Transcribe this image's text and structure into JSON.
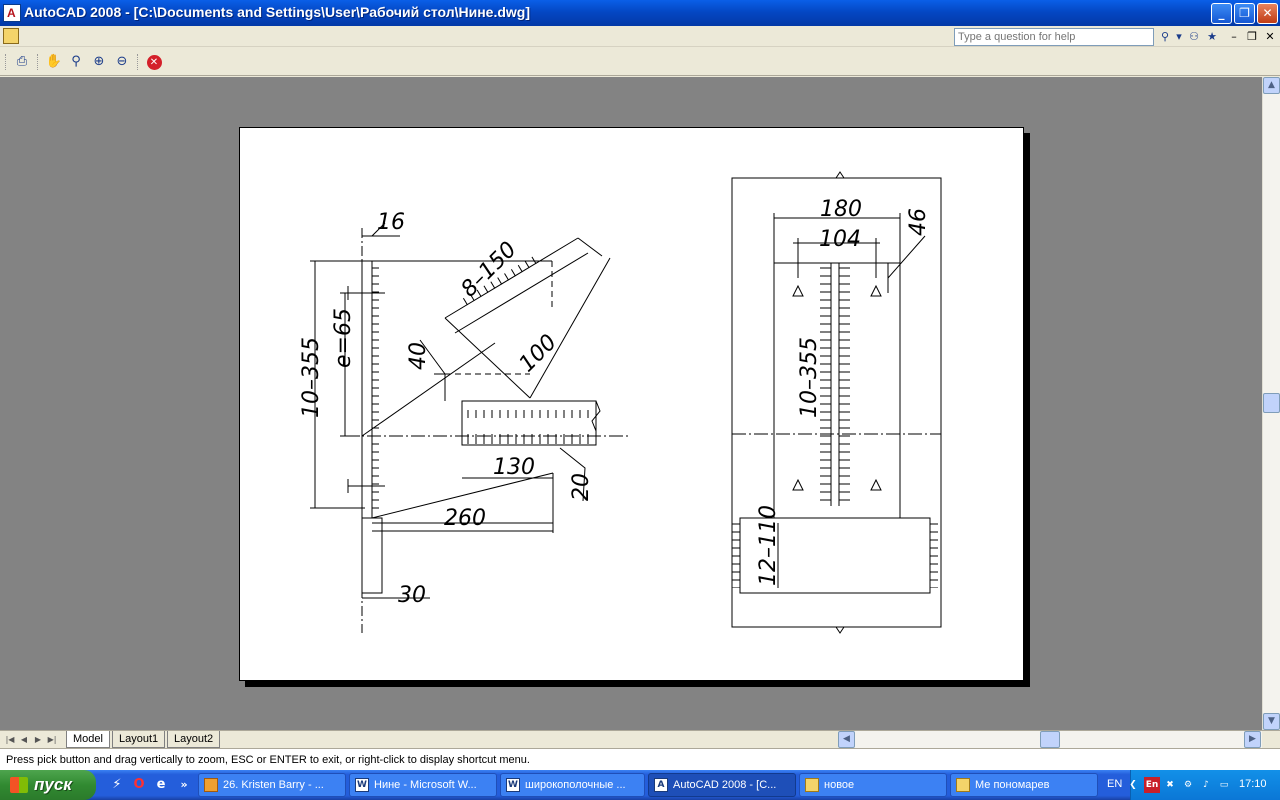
{
  "window": {
    "title": "AutoCAD 2008 - [C:\\Documents and Settings\\User\\Рабочий стол\\Нине.dwg]",
    "btn_minimize": "_",
    "btn_restore": "❐",
    "btn_close": "✕"
  },
  "menubar": {
    "help_placeholder": "Type a question for help",
    "mdi_minimize": "–",
    "mdi_restore": "❐",
    "mdi_close": "✕"
  },
  "drawing": {
    "left_view": {
      "dim_top": "16",
      "dim_height": "10–355",
      "dim_pitch": "e=65",
      "dim_40": "40",
      "dim_weld": "8–150",
      "dim_100": "100",
      "dim_130": "130",
      "dim_20": "20",
      "dim_260": "260",
      "dim_30": "30"
    },
    "right_view": {
      "dim_180": "180",
      "dim_104": "104",
      "dim_46": "46",
      "dim_height": "10–355",
      "dim_bottom": "12–110"
    }
  },
  "layout_tabs": [
    "Model",
    "Layout1",
    "Layout2"
  ],
  "command_line": "Press pick button and drag vertically to zoom, ESC or ENTER to exit, or right-click to display shortcut menu.",
  "taskbar": {
    "start_label": "пуск",
    "quick_launch_more": "»",
    "tasks": [
      {
        "label": "26. Kristen Barry - ...",
        "icon": "media-player-icon"
      },
      {
        "label": "Нине - Microsoft W...",
        "icon": "word-icon"
      },
      {
        "label": "широкополочные ...",
        "icon": "word-icon"
      },
      {
        "label": "AutoCAD 2008 - [C...",
        "icon": "autocad-icon"
      },
      {
        "label": "новое",
        "icon": "folder-icon"
      },
      {
        "label": "Ме пономарев",
        "icon": "folder-icon"
      }
    ],
    "language": "EN",
    "tray_lang": "En",
    "clock": "17:10"
  }
}
